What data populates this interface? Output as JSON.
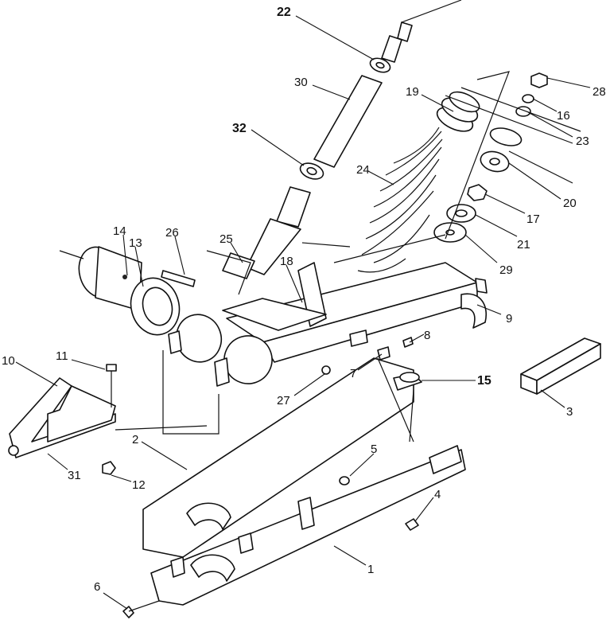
{
  "callouts": [
    {
      "id": "22",
      "bold": true
    },
    {
      "id": "30",
      "bold": false
    },
    {
      "id": "32",
      "bold": true
    },
    {
      "id": "19",
      "bold": false
    },
    {
      "id": "28",
      "bold": false
    },
    {
      "id": "16",
      "bold": false
    },
    {
      "id": "23",
      "bold": false
    },
    {
      "id": "24",
      "bold": false
    },
    {
      "id": "20",
      "bold": false
    },
    {
      "id": "17",
      "bold": false
    },
    {
      "id": "21",
      "bold": false
    },
    {
      "id": "29",
      "bold": false
    },
    {
      "id": "14",
      "bold": false
    },
    {
      "id": "13",
      "bold": false
    },
    {
      "id": "26",
      "bold": false
    },
    {
      "id": "25",
      "bold": false
    },
    {
      "id": "18",
      "bold": false
    },
    {
      "id": "9",
      "bold": false
    },
    {
      "id": "8",
      "bold": false
    },
    {
      "id": "7",
      "bold": false
    },
    {
      "id": "15",
      "bold": true
    },
    {
      "id": "27",
      "bold": false
    },
    {
      "id": "10",
      "bold": false
    },
    {
      "id": "11",
      "bold": false
    },
    {
      "id": "3",
      "bold": false
    },
    {
      "id": "2",
      "bold": false
    },
    {
      "id": "5",
      "bold": false
    },
    {
      "id": "31",
      "bold": false
    },
    {
      "id": "12",
      "bold": false
    },
    {
      "id": "4",
      "bold": false
    },
    {
      "id": "1",
      "bold": false
    },
    {
      "id": "6",
      "bold": false
    }
  ]
}
